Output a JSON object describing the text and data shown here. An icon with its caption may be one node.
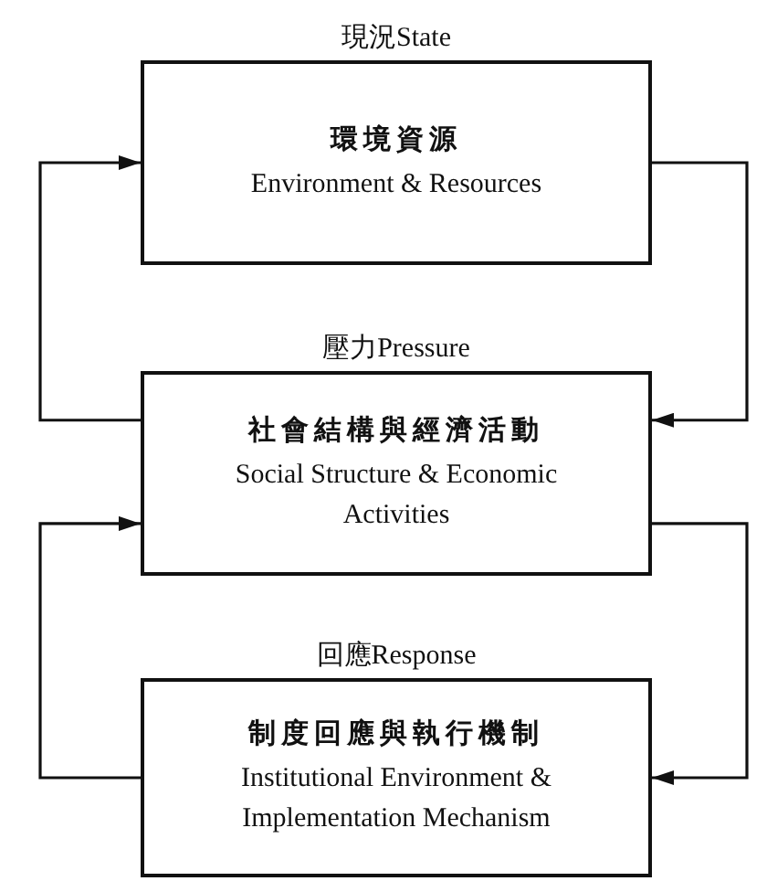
{
  "diagram": {
    "nodes": [
      {
        "text": [
          "現況State",
          "環境資源",
          "Environment & Resources"
        ]
      },
      {
        "text": [
          "壓力Pressure",
          "社會結構與經濟活動",
          "Social Structure & Economic Activities"
        ]
      },
      {
        "text": [
          "回應Response",
          "制度回應與執行機制",
          "Institutional Environment & Implementation Mechanism"
        ]
      }
    ],
    "edges": [
      {
        "from": 1,
        "to": 0,
        "arrow": "to"
      },
      {
        "from": 0,
        "to": 1,
        "arrow": "to"
      },
      {
        "from": 2,
        "to": 1,
        "arrow": "to"
      },
      {
        "from": 1,
        "to": 2,
        "arrow": "to"
      }
    ]
  }
}
